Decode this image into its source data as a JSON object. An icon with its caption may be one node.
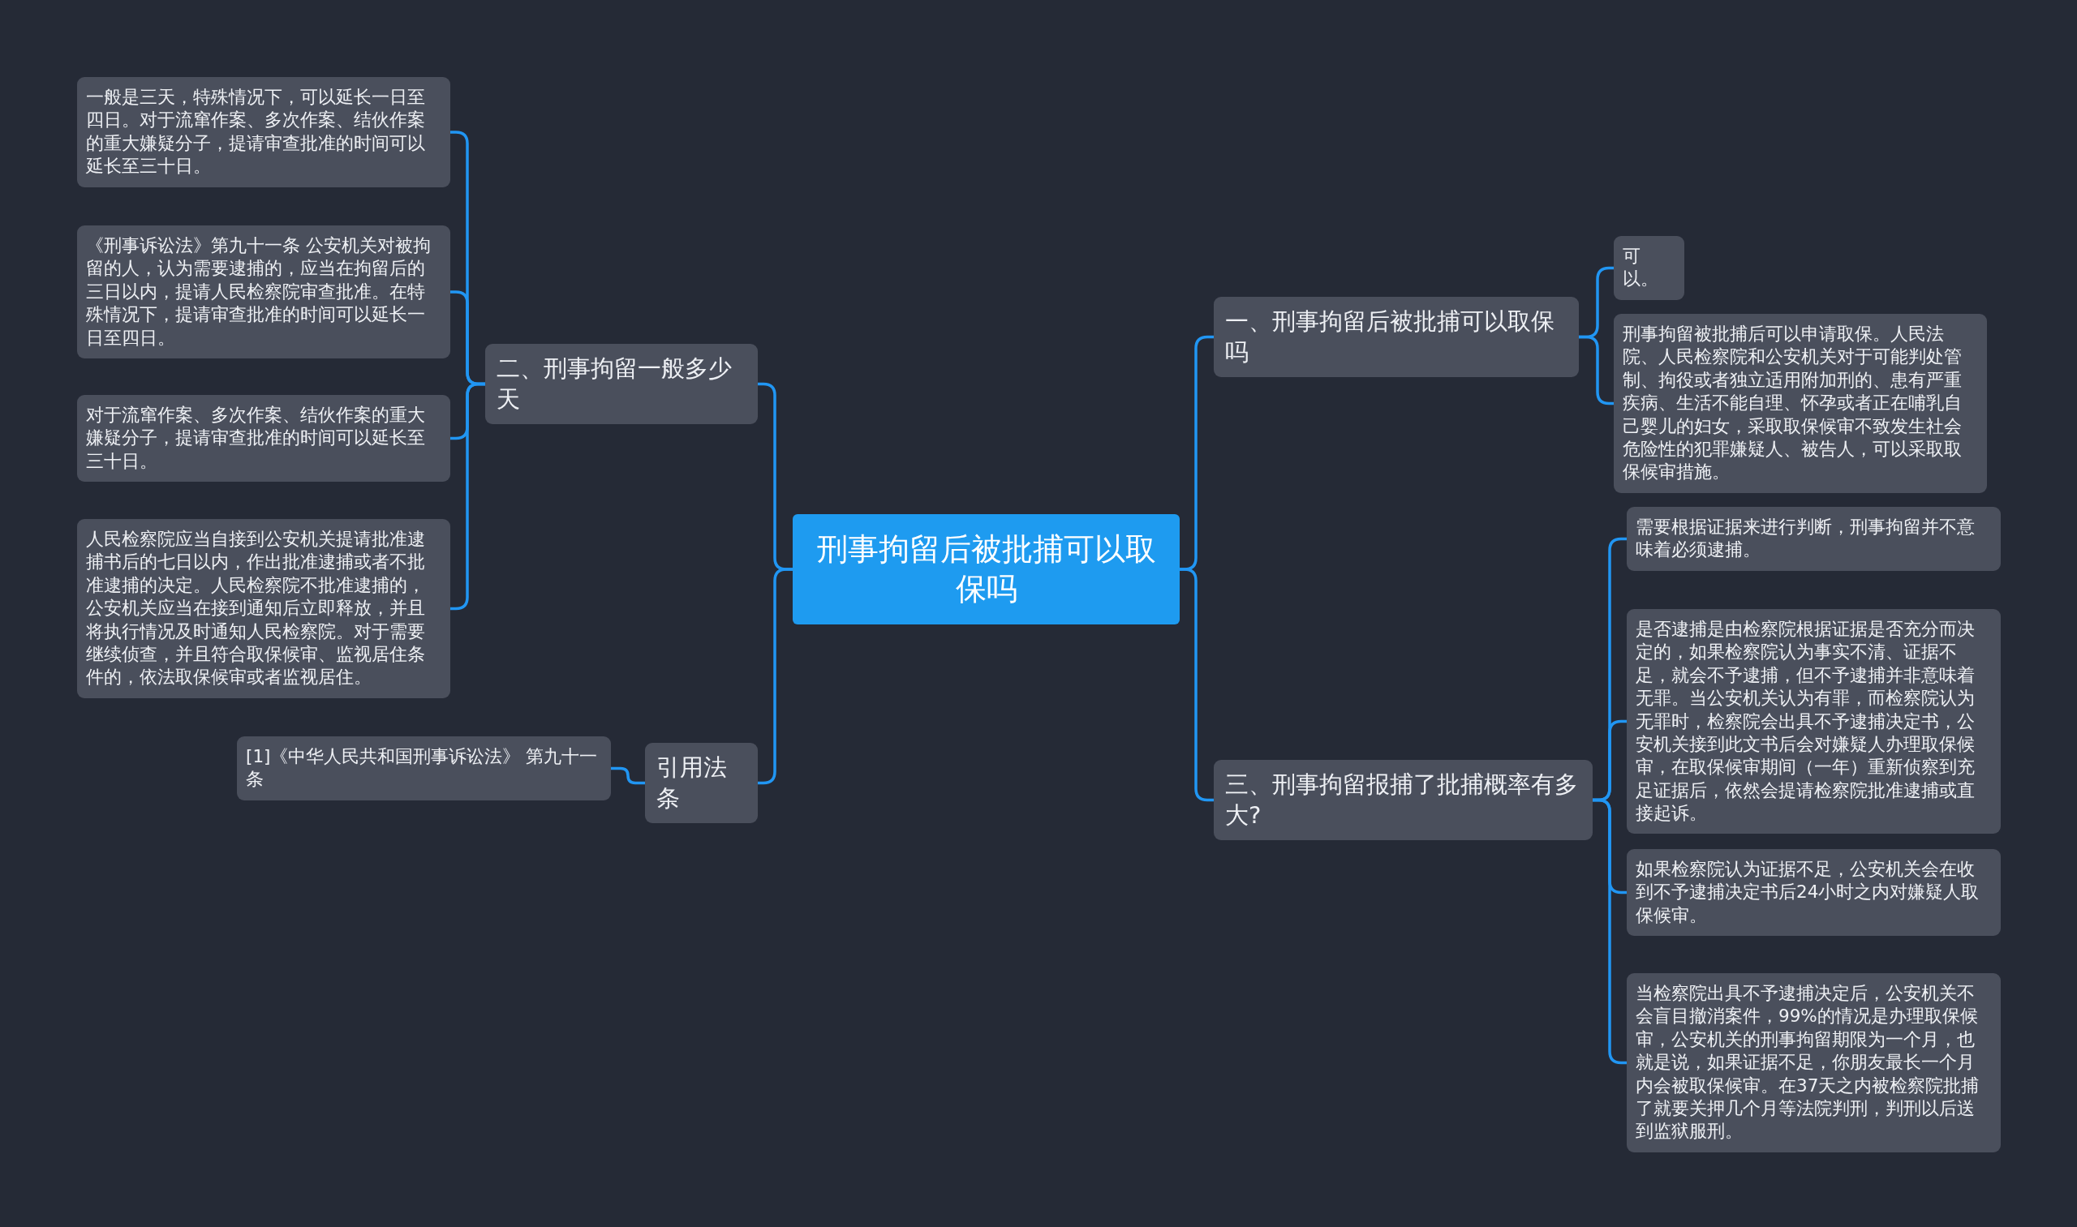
{
  "diagram": {
    "nodes": [
      {
        "text": [
          "刑事拘留后被批捕可以取保吗"
        ]
      },
      {
        "text": [
          "一、刑事拘留后被批捕可以取保吗"
        ]
      },
      {
        "text": [
          "可以。"
        ]
      },
      {
        "text": [
          "刑事拘留被批捕后可以申请取保。人民法院、人民检察院和公安机关对于可能判处管制、拘役或者独立适用附加刑的、患有严重疾病、生活不能自理、怀孕或者正在哺乳自己婴儿的妇女，采取取保候审不致发生社会危险性的犯罪嫌疑人、被告人，可以采取取保候审措施。"
        ]
      },
      {
        "text": [
          "三、刑事拘留报捕了批捕概率有多大?"
        ]
      },
      {
        "text": [
          "需要根据证据来进行判断，刑事拘留并不意味着必须逮捕。"
        ]
      },
      {
        "text": [
          "是否逮捕是由检察院根据证据是否充分而决定的，如果检察院认为事实不清、证据不足，就会不予逮捕，但不予逮捕并非意味着无罪。当公安机关认为有罪，而检察院认为无罪时，检察院会出具不予逮捕决定书，公安机关接到此文书后会对嫌疑人办理取保候审，在取保候审期间（一年）重新侦察到充足证据后，依然会提请检察院批准逮捕或直接起诉。"
        ]
      },
      {
        "text": [
          "如果检察院认为证据不足，公安机关会在收到不予逮捕决定书后24小时之内对嫌疑人取保候审。"
        ]
      },
      {
        "text": [
          "当检察院出具不予逮捕决定后，公安机关不会盲目撤消案件，99%的情况是办理取保候审，公安机关的刑事拘留期限为一个月，也就是说，如果证据不足，你朋友最长一个月内会被取保候审。在37天之内被检察院批捕了就要关押几个月等法院判刑，判刑以后送到监狱服刑。"
        ]
      },
      {
        "text": [
          "二、刑事拘留一般多少天"
        ]
      },
      {
        "text": [
          "一般是三天，特殊情况下，可以延长一日至四日。对于流窜作案、多次作案、结伙作案的重大嫌疑分子，提请审查批准的时间可以延长至三十日。"
        ]
      },
      {
        "text": [
          "《刑事诉讼法》第九十一条 公安机关对被拘留的人，认为需要逮捕的，应当在拘留后的三日以内，提请人民检察院审查批准。在特殊情况下，提请审查批准的时间可以延长一日至四日。"
        ]
      },
      {
        "text": [
          "对于流窜作案、多次作案、结伙作案的重大嫌疑分子，提请审查批准的时间可以延长至三十日。"
        ]
      },
      {
        "text": [
          "人民检察院应当自接到公安机关提请批准逮捕书后的七日以内，作出批准逮捕或者不批准逮捕的决定。人民检察院不批准逮捕的，公安机关应当在接到通知后立即释放，并且将执行情况及时通知人民检察院。对于需要继续侦查，并且符合取保候审、监视居住条件的，依法取保候审或者监视居住。"
        ]
      },
      {
        "text": [
          "引用法条"
        ]
      },
      {
        "text": [
          "[1]《中华人民共和国刑事诉讼法》 第九十一条"
        ]
      }
    ],
    "edges": [
      {
        "from": 0,
        "to": 1,
        "arrow": "none"
      },
      {
        "from": 1,
        "to": 2,
        "arrow": "none"
      },
      {
        "from": 1,
        "to": 3,
        "arrow": "none"
      },
      {
        "from": 0,
        "to": 4,
        "arrow": "none"
      },
      {
        "from": 4,
        "to": 5,
        "arrow": "none"
      },
      {
        "from": 4,
        "to": 6,
        "arrow": "none"
      },
      {
        "from": 4,
        "to": 7,
        "arrow": "none"
      },
      {
        "from": 4,
        "to": 8,
        "arrow": "none"
      },
      {
        "from": 0,
        "to": 9,
        "arrow": "none"
      },
      {
        "from": 9,
        "to": 10,
        "arrow": "none"
      },
      {
        "from": 9,
        "to": 11,
        "arrow": "none"
      },
      {
        "from": 9,
        "to": 12,
        "arrow": "none"
      },
      {
        "from": 9,
        "to": 13,
        "arrow": "none"
      },
      {
        "from": 0,
        "to": 14,
        "arrow": "none"
      },
      {
        "from": 14,
        "to": 15,
        "arrow": "none"
      }
    ]
  }
}
